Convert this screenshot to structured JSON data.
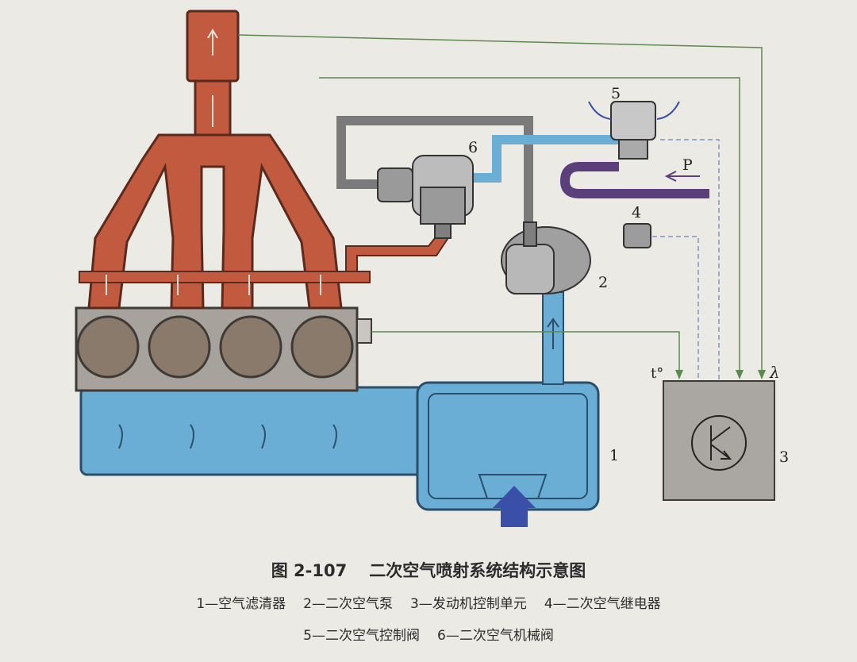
{
  "figure": {
    "number": "图 2-107",
    "title": "二次空气喷射系统结构示意图"
  },
  "legend": {
    "line1": [
      "1—空气滤清器",
      "2—二次空气泵",
      "3—发动机控制单元",
      "4—二次空气继电器"
    ],
    "line2": [
      "5—二次空气控制阀",
      "6—二次空气机械阀"
    ]
  },
  "labels": {
    "c1": "1",
    "c2": "2",
    "c3": "3",
    "c4": "4",
    "c5": "5",
    "c6": "6",
    "pressure": "P",
    "temp": "t°",
    "lambda": "λ"
  },
  "colors": {
    "exhaust": "#c25a3f",
    "intake_air": "#6aaed6",
    "vacuum_line": "#5b3f7a",
    "engine_block": "#a8a29c",
    "cylinder": "#8a7a6c",
    "ecu_box": "#aaa7a3",
    "signal_line": "#5d8a4e",
    "relay_line": "#8095c4"
  }
}
